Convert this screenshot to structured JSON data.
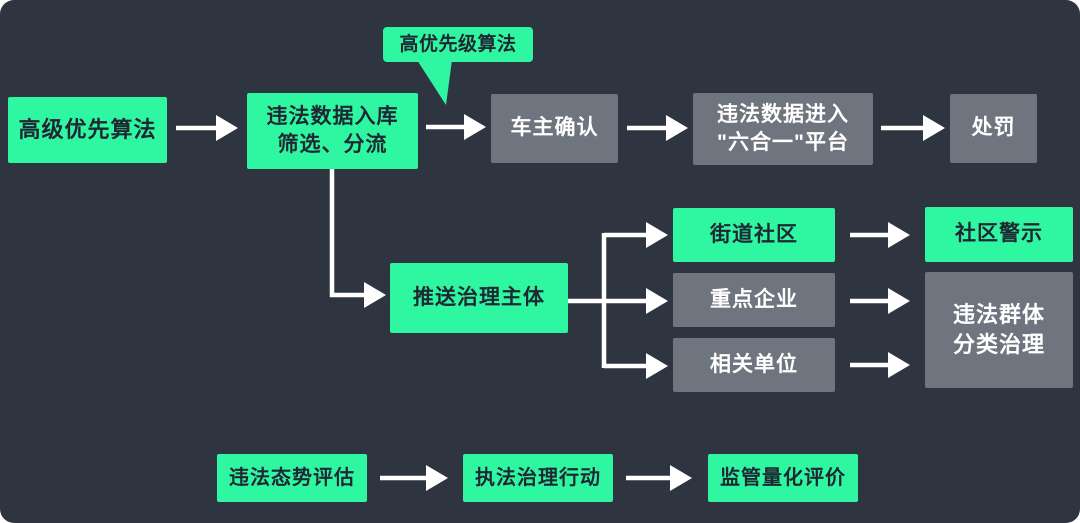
{
  "colors": {
    "background": "#2e3440",
    "accent_green": "#2ff7a1",
    "gray_box": "#6f757f",
    "dark_text": "#1f2733",
    "light_text": "#ffffff",
    "arrow": "#ffffff"
  },
  "callout": {
    "label": "高优先级算法"
  },
  "main_flow": {
    "advanced_algorithm": "高级优先算法",
    "data_intake": "违法数据入库\n筛选、分流",
    "owner_confirm": "车主确认",
    "platform_entry": "违法数据进入\n\"六合一\"平台",
    "punishment": "处罚"
  },
  "governance_branch": {
    "push_subject": "推送治理主体",
    "targets": [
      {
        "label": "街道社区"
      },
      {
        "label": "重点企业"
      },
      {
        "label": "相关单位"
      }
    ],
    "community_warning": "社区警示",
    "group_governance": "违法群体\n分类治理"
  },
  "evaluation_flow": {
    "situation_assessment": "违法态势评估",
    "enforcement_action": "执法治理行动",
    "quantitative_evaluation": "监管量化评价"
  }
}
